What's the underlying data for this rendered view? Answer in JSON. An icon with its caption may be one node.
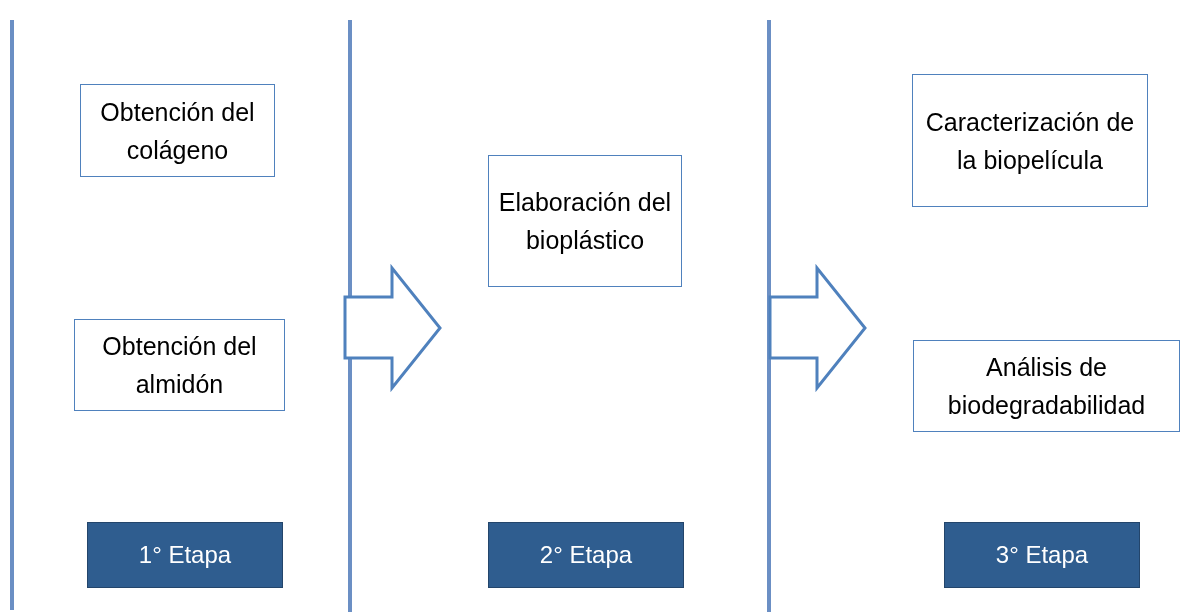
{
  "diagram": {
    "nodes": [
      {
        "text": [
          "Obtención del colágeno"
        ]
      },
      {
        "text": [
          "Obtención del almidón"
        ]
      },
      {
        "text": [
          "Elaboración del bioplástico"
        ]
      },
      {
        "text": [
          "Caracterización de la biopelícula"
        ]
      },
      {
        "text": [
          "Análisis de biodegradabilidad"
        ]
      },
      {
        "text": [
          "1° Etapa"
        ]
      },
      {
        "text": [
          "2° Etapa"
        ]
      },
      {
        "text": [
          "3° Etapa"
        ]
      }
    ]
  }
}
